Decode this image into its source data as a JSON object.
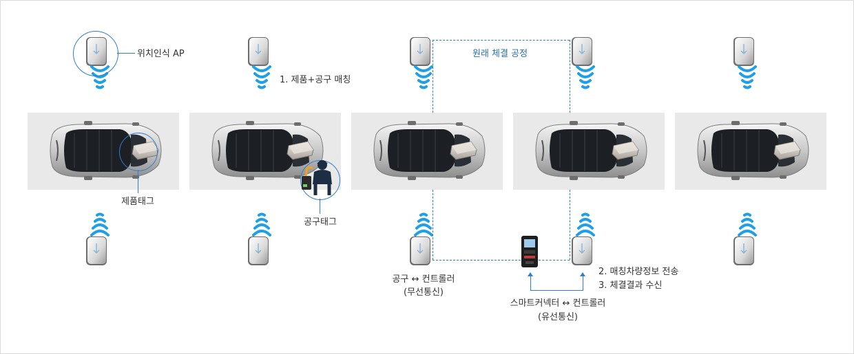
{
  "labels": {
    "ap": "위치인식 AP",
    "step1": "1. 제품+공구 매칭",
    "original_process": "원래 체결 공정",
    "product_tag": "제품태그",
    "tool_tag": "공구태그",
    "tool_controller_1": "공구 ↔ 컨트롤러",
    "tool_controller_2": "(무선통신)",
    "step2": "2. 매칭차량정보 전송",
    "step3": "3. 체결결과 수신",
    "smart_connector_1": "스마트커넥터 ↔ 컨트롤러",
    "smart_connector_2": "(유선통신)"
  },
  "colors": {
    "accent": "#2f7fcc",
    "wave": "#1e9fe6",
    "panel": "#e9e9e9",
    "text": "#333333"
  },
  "icons": [
    "access-point-icon",
    "wireless-signal-icon",
    "car-icon",
    "product-tag-icon",
    "worker-icon",
    "controller-icon"
  ]
}
